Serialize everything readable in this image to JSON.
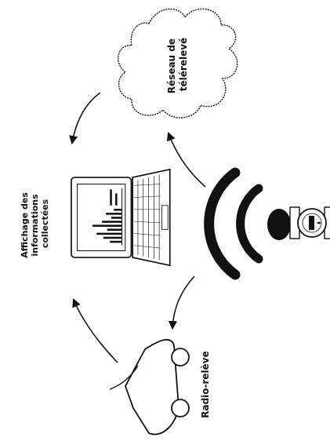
{
  "labels": {
    "network": [
      "Réseau de",
      "télérelevé"
    ],
    "display": [
      "Affichage des",
      "informations",
      "collectées"
    ],
    "vehicle": "Radio-relève"
  },
  "icons": {
    "cloud": "cloud-icon",
    "laptop": "laptop-icon",
    "car": "car-icon",
    "meter": "water-meter-icon",
    "radio": "radio-waves-icon"
  },
  "colors": {
    "ink": "#111111",
    "background": "#ffffff"
  }
}
